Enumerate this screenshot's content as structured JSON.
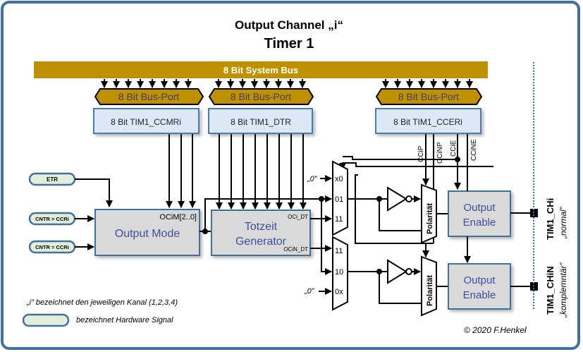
{
  "title": "Output Channel „i“",
  "subtitle": "Timer 1",
  "system_bus": {
    "label": "8 Bit System Bus",
    "color": "#bf9000"
  },
  "bus_ports": [
    {
      "label": "8 Bit Bus-Port"
    },
    {
      "label": "8 Bit Bus-Port"
    },
    {
      "label": "8 Bit Bus-Port"
    }
  ],
  "registers": [
    {
      "label": "8 Bit TIM1_CCMRi"
    },
    {
      "label": "8 Bit TIM1_DTR"
    },
    {
      "label": "8 Bit TIM1_CCERi"
    }
  ],
  "ccer_bits": [
    "CCiP",
    "CCiNP",
    "CCiE",
    "CCiNE"
  ],
  "hw_signals": [
    {
      "label": "ETR"
    },
    {
      "label": "CNTR > CCRi"
    },
    {
      "label": "CNTR = CCRi"
    }
  ],
  "output_mode": {
    "label": "Output Mode",
    "port": "OCiM[2..0]"
  },
  "deadtime": {
    "label_line1": "Totzeit",
    "label_line2": "Generator",
    "out1": "OCi_DT",
    "out2": "OCiN_DT"
  },
  "mux_top": {
    "inputs": [
      "x0",
      "01",
      "11"
    ],
    "zero": "„0”"
  },
  "mux_bottom": {
    "inputs": [
      "11",
      "10",
      "0x"
    ],
    "zero": "„0”"
  },
  "polarity": {
    "label": "Polarität"
  },
  "output_enable": {
    "line1": "Output",
    "line2": "Enable"
  },
  "outputs": [
    {
      "pin": "TIM1_CHi",
      "desc": "„normal”"
    },
    {
      "pin": "TIM1_CHiN",
      "desc": "„komplemntär”"
    }
  ],
  "legend": {
    "channel_note": "„i” bezeichnet den jeweiligen Kanal  (1,2,3,4)",
    "signal_note": "bezeichnet Hardware Signal"
  },
  "copyright": "© 2020 F.Henkel",
  "colors": {
    "frame": "#41719c",
    "bus": "#bf9000",
    "block": "#d9d9d9",
    "register": "#dce8f5",
    "signal": "#e2efda"
  }
}
